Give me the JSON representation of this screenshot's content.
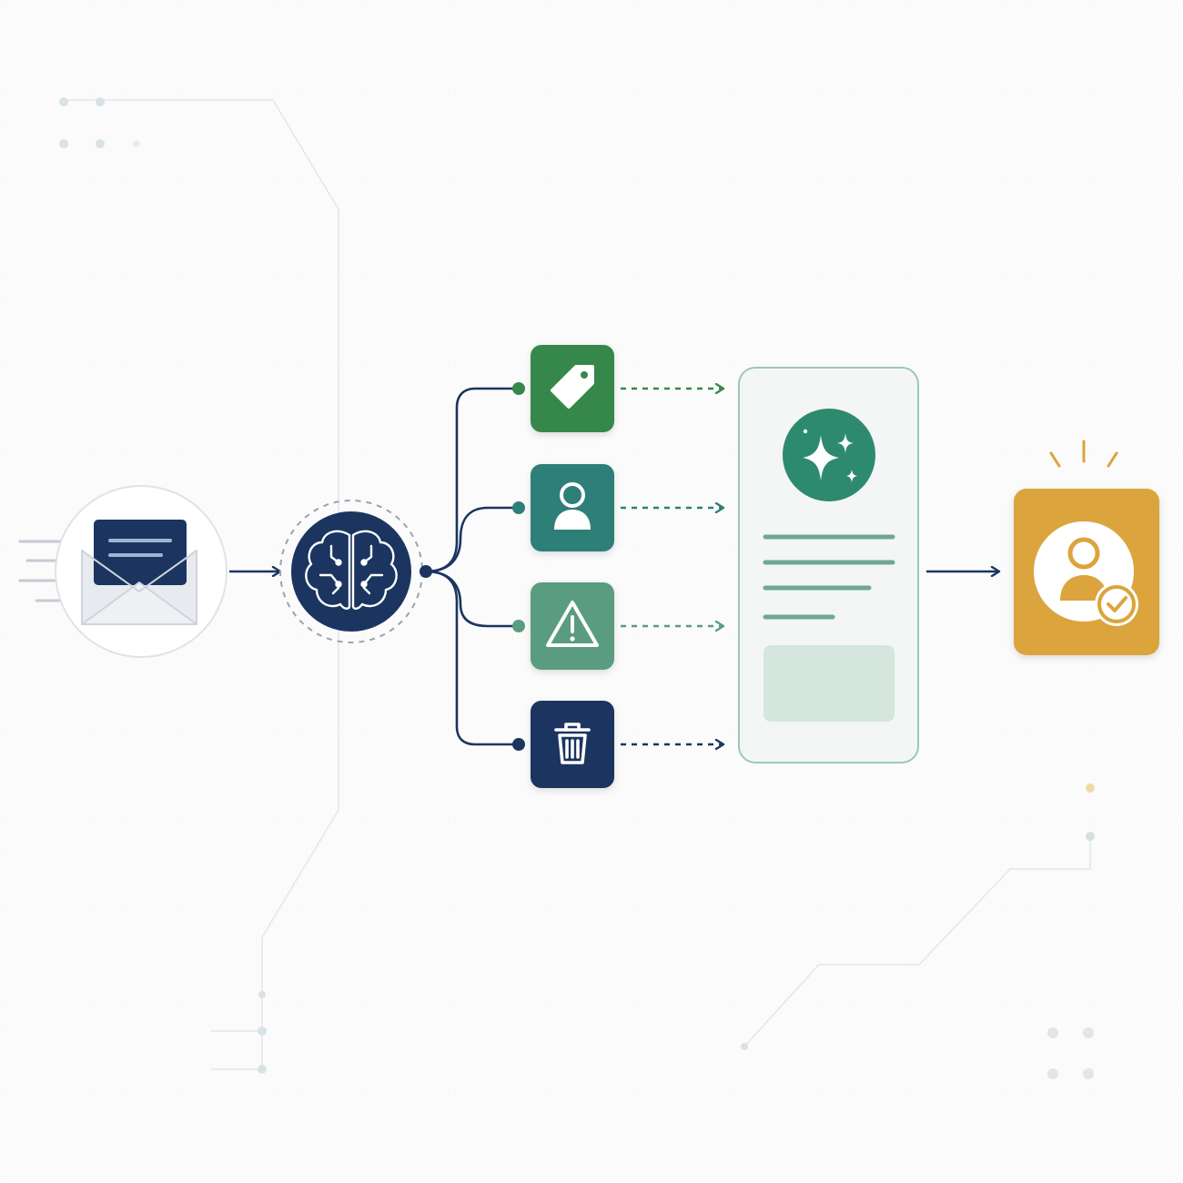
{
  "diagram": {
    "type": "workflow",
    "stages": [
      {
        "id": "incoming-email",
        "icon": "envelope-icon"
      },
      {
        "id": "ai-classifier",
        "icon": "brain-circuit-icon"
      },
      {
        "id": "category-tag",
        "icon": "tag-icon"
      },
      {
        "id": "category-person",
        "icon": "person-icon"
      },
      {
        "id": "category-warning",
        "icon": "warning-triangle-icon"
      },
      {
        "id": "category-trash",
        "icon": "trash-icon"
      },
      {
        "id": "ai-summary-card",
        "icon": "sparkles-icon"
      },
      {
        "id": "assigned-user",
        "icon": "user-check-icon"
      }
    ],
    "edges": [
      {
        "from": "incoming-email",
        "to": "ai-classifier",
        "style": "solid"
      },
      {
        "from": "ai-classifier",
        "to": "category-tag",
        "style": "solid"
      },
      {
        "from": "ai-classifier",
        "to": "category-person",
        "style": "solid"
      },
      {
        "from": "ai-classifier",
        "to": "category-warning",
        "style": "solid"
      },
      {
        "from": "ai-classifier",
        "to": "category-trash",
        "style": "solid"
      },
      {
        "from": "category-tag",
        "to": "ai-summary-card",
        "style": "dashed"
      },
      {
        "from": "category-person",
        "to": "ai-summary-card",
        "style": "dashed"
      },
      {
        "from": "category-warning",
        "to": "ai-summary-card",
        "style": "dashed"
      },
      {
        "from": "category-trash",
        "to": "ai-summary-card",
        "style": "dashed"
      },
      {
        "from": "ai-summary-card",
        "to": "assigned-user",
        "style": "solid"
      }
    ]
  },
  "colors": {
    "background": "#fbfbfb",
    "navy": "#1b3560",
    "green": "#36884a",
    "teal": "#2e7f77",
    "sage": "#5a9c80",
    "card_border": "#9cc8b6",
    "card_fill": "#f3f6f5",
    "gold": "#dba43c",
    "light_gray": "#e7eaee"
  }
}
